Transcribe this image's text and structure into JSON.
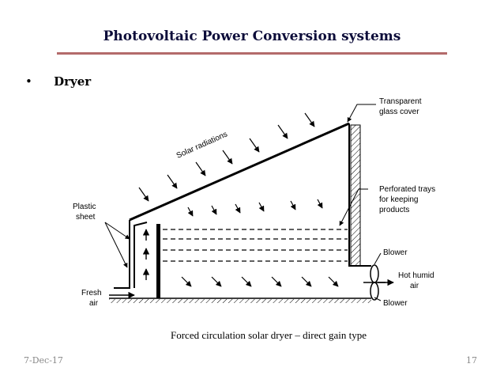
{
  "slide": {
    "title": "Photovoltaic Power Conversion systems",
    "bullet_symbol": "•",
    "bullet_text": "Dryer"
  },
  "diagram": {
    "labels": {
      "transparent_cover_line1": "Transparent",
      "transparent_cover_line2": "glass cover",
      "solar_radiations": "Solar radiations",
      "plastic_sheet_line1": "Plastic",
      "plastic_sheet_line2": "sheet",
      "perforated_trays_line1": "Perforated trays",
      "perforated_trays_line2": "for keeping",
      "perforated_trays_line3": "products",
      "blower_top": "Blower",
      "hot_humid_line1": "Hot humid",
      "hot_humid_line2": "air",
      "blower_bottom": "Blower",
      "fresh_air_line1": "Fresh",
      "fresh_air_line2": "air"
    },
    "caption": "Forced circulation solar dryer – direct gain type"
  },
  "footer": {
    "date": "7-Dec-17",
    "page_number": "17"
  }
}
